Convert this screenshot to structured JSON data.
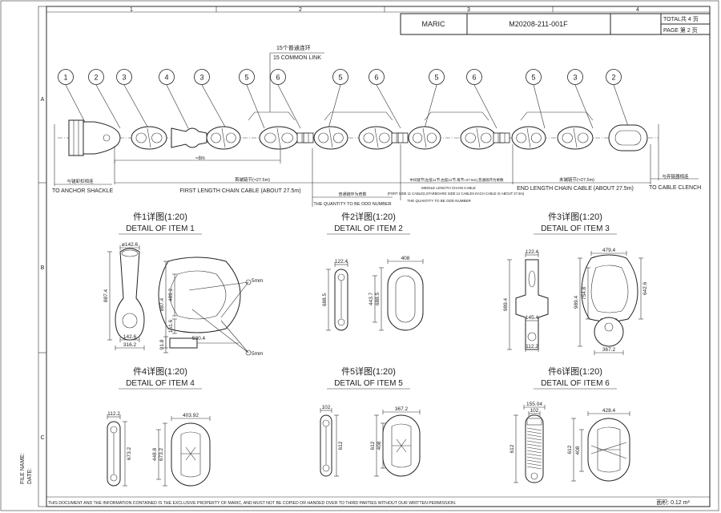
{
  "title_block": {
    "company": "MARIC",
    "drawing_no": "M20208-211-001F",
    "total_pages": "TOTAL共 4 页",
    "page": "PAGE 第 2 页"
  },
  "grid": {
    "columns": [
      "1",
      "2",
      "3",
      "4"
    ],
    "rows": [
      "A",
      "B",
      "C"
    ]
  },
  "chain": {
    "callouts": [
      "1",
      "2",
      "3",
      "4",
      "3",
      "5",
      "6",
      "5",
      "6",
      "5",
      "6",
      "5",
      "3",
      "2"
    ],
    "common_link_cn": "15个普通连环",
    "common_link_en": "15 COMMON LINK",
    "dim_8m": "≈8m",
    "first_len_cn": "首端链节(≈27.5m)",
    "first_len_en": "FIRST LENGTH CHAIN CABLE (ABOUT 27.5m)",
    "odd_cn": "普通链环为奇数",
    "odd_en": "THE QUANTITY TO BE ODD NUMBER",
    "middle_cn": "中间链节(左舷11节,右舷12节,每节≈27.5m),普通链环为奇数",
    "middle_en_1": "MIDDLE LENGTH CHAIN CABLE",
    "middle_en_2": "(PORT SIDE 11 CABLES,STARBOARD SIDE 12 CABLES EACH CABLE IS ABOUT 27.5m)",
    "middle_en_3": "THE QUANTITY TO BE ODD NUMBER",
    "end_len_cn": "末端链节(≈27.5m)",
    "end_len_en": "END LENGTH CHAIN CABLE (ABOUT 27.5m)",
    "anchor_cn": "与锚卸扣相连",
    "anchor_en": "TO ANCHOR SHACKLE",
    "clench_cn": "与弃链器相连",
    "clench_en": "TO CABLE CLENCH"
  },
  "details": [
    {
      "cn": "件1详图(1:20)",
      "en": "DETAIL OF ITEM 1",
      "dims": [
        "ø142.6",
        "887.4",
        "142.6",
        "316.2",
        "887.4",
        "489.2",
        "161.6",
        "91.8",
        "530.4",
        "5mm",
        "5mm"
      ]
    },
    {
      "cn": "件2详图(1:20)",
      "en": "DETAIL OF ITEM 2",
      "dims": [
        "122.4",
        "688.5",
        "408",
        "688.5",
        "443.7"
      ]
    },
    {
      "cn": "件3详图(1:20)",
      "en": "DETAIL OF ITEM 3",
      "dims": [
        "122.4",
        "989.4",
        "145.4",
        "112.2",
        "479.4",
        "989.4",
        "754.8",
        "642.6",
        "367.2"
      ]
    },
    {
      "cn": "件4详图(1:20)",
      "en": "DETAIL OF ITEM 4",
      "dims": [
        "112.2",
        "673.2",
        "403.92",
        "673.2",
        "448.8"
      ]
    },
    {
      "cn": "件5详图(1:20)",
      "en": "DETAIL OF ITEM 5",
      "dims": [
        "102",
        "612",
        "367.2",
        "612",
        "408"
      ]
    },
    {
      "cn": "件6详图(1:20)",
      "en": "DETAIL OF ITEM 6",
      "dims": [
        "155.04",
        "102",
        "612",
        "428.4",
        "612",
        "408"
      ]
    }
  ],
  "footer": {
    "side_file": "FILE NAME:",
    "side_date": "DATE:",
    "notice": "THIS DOCUMENT AND THE INFORMATION CONTAINED IS THE EXCLUSIVE PROPERTY OF MARIC, AND MUST NOT BE COPIED OR HANDED OVER TO THIRD PARTIES WITHOUT OUR WRITTEN PERMISSION.",
    "area": "面积:  0.12 m²"
  }
}
